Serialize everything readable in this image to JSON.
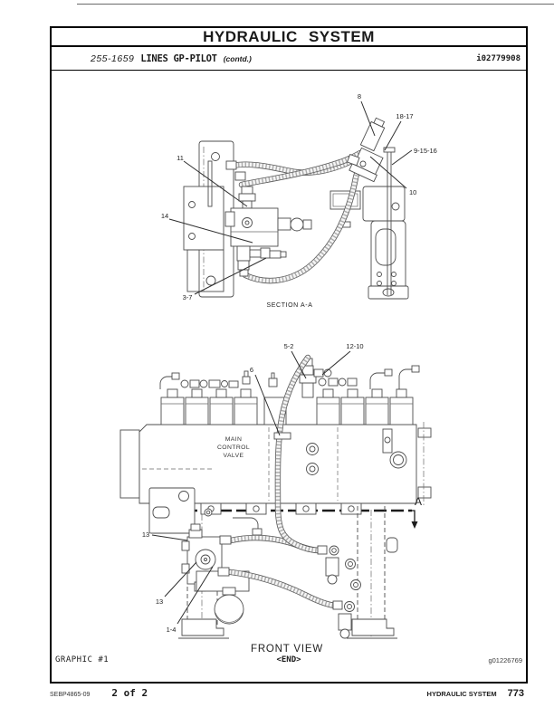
{
  "header": {
    "title": "HYDRAULIC SYSTEM",
    "section_code": "255-1659",
    "section_title": "LINES GP-PILOT",
    "contd": "(contd.)",
    "doc_id": "i02779908"
  },
  "graphic": {
    "label": "GRAPHIC #1",
    "end_tag": "<END>",
    "id": "g01226769"
  },
  "footer": {
    "manual": "SEBP4865-09",
    "page_of": "2 of 2",
    "section": "HYDRAULIC SYSTEM",
    "page": "773"
  },
  "diagram_top": {
    "caption": "SECTION A-A",
    "callouts": [
      "8",
      "18-17",
      "9-15-16",
      "10",
      "11",
      "14",
      "3-7"
    ]
  },
  "diagram_bottom": {
    "caption": "FRONT VIEW",
    "valve_label": [
      "MAIN",
      "CONTROL",
      "VALVE"
    ],
    "section_letter": "A",
    "callouts": [
      "5-2",
      "12-10",
      "6",
      "13",
      "13",
      "1-4"
    ]
  }
}
